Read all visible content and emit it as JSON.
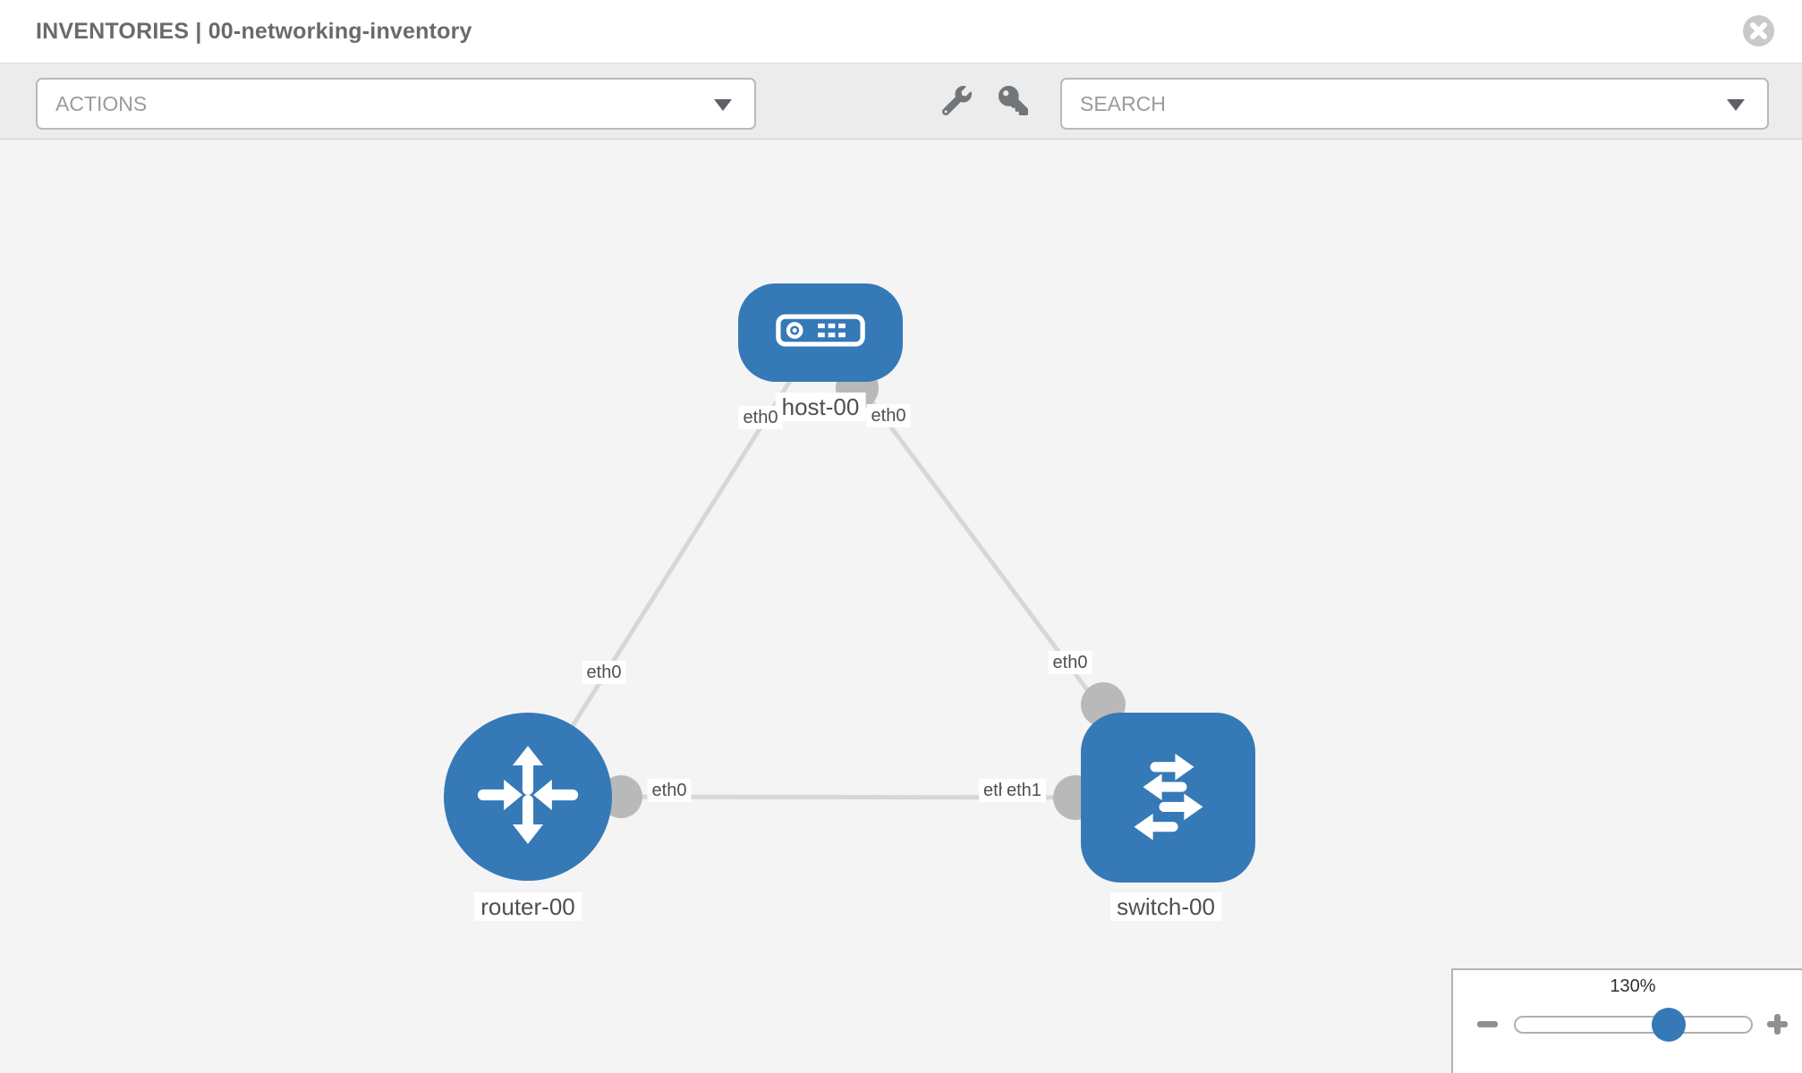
{
  "header": {
    "title": "INVENTORIES | 00-networking-inventory"
  },
  "toolbar": {
    "actions_label": "ACTIONS",
    "search_placeholder": "SEARCH"
  },
  "diagram": {
    "nodes": [
      {
        "label": "host-00",
        "type": "host"
      },
      {
        "label": "router-00",
        "type": "router"
      },
      {
        "label": "switch-00",
        "type": "switch"
      }
    ],
    "links": [
      {
        "from": "host-00",
        "to": "router-00"
      },
      {
        "from": "host-00",
        "to": "switch-00"
      },
      {
        "from": "router-00",
        "to": "switch-00"
      }
    ],
    "if_labels": [
      "eth0",
      "eth0",
      "eth0",
      "eth0",
      "eth0",
      "eth0",
      "eth1"
    ]
  },
  "zoom_control": {
    "level": "130%"
  },
  "icons": [
    "close-icon",
    "chevron-down-icon",
    "wrench-icon",
    "key-icon",
    "host-icon",
    "router-icon",
    "switch-icon",
    "minus-icon",
    "plus-icon"
  ],
  "colors": {
    "node_blue": "#3579b7",
    "link_gray": "#d7d7d7",
    "port_gray": "#b9b9b9",
    "canvas_bg": "#f4f4f4",
    "toolbar_bg": "#ececec",
    "label_text": "#4f4f4f"
  }
}
